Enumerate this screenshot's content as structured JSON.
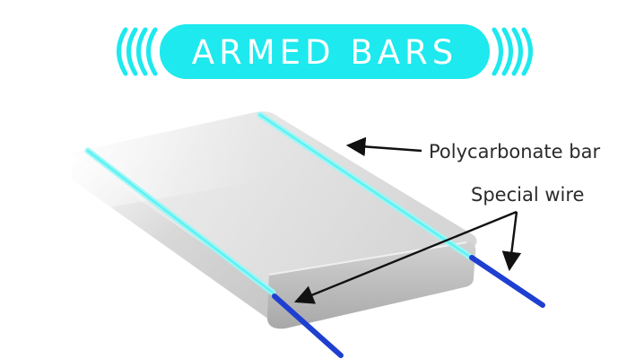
{
  "banner": {
    "title": "ARMED BARS"
  },
  "labels": {
    "bar": "Polycarbonate bar",
    "wire": "Special wire"
  },
  "colors": {
    "accent": "#1de9ee",
    "wire_glow": "#9af7f7",
    "wire_core": "#1f3fd0",
    "bar_top": "#dedede",
    "bar_side": "#b8b8b8",
    "arrow": "#111111"
  }
}
